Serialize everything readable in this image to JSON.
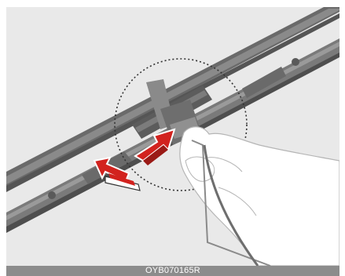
{
  "figure": {
    "code": "OYB070165R"
  },
  "colors": {
    "background": "#e9e9e9",
    "wiper_frame": "#6e6e6e",
    "wiper_dark": "#4e4e4e",
    "arrow_red": "#d2221e",
    "caption_bar": "#8c8c8c",
    "hand": "#ffffff"
  },
  "icons": {
    "slide_arrow_upper": "arrow-right-up",
    "slide_arrow_lower": "arrow-left-down",
    "detail_circle": "dotted-circle"
  }
}
